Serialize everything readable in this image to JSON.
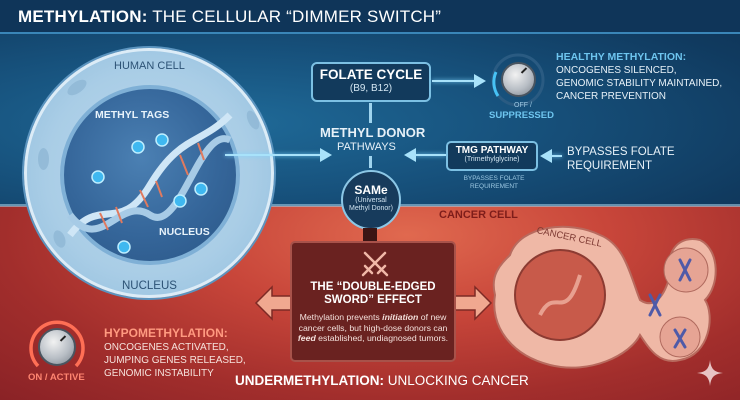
{
  "title": {
    "bold": "METHYLATION:",
    "rest": "THE CELLULAR “DIMMER SWITCH”"
  },
  "colors": {
    "top_bg": "#17527d",
    "bottom_bg": "#c8463a",
    "accent_blue": "#6ec5ef",
    "accent_red": "#ff8570",
    "sword_box": "#6a2220"
  },
  "human_cell": {
    "cell_label": "HUMAN CELL",
    "methyl_tags_label": "METHYL TAGS",
    "inner_nucleus_label": "NUCLEUS",
    "outer_nucleus_label": "NUCLEUS"
  },
  "folate_cycle": {
    "title": "FOLATE CYCLE",
    "subtitle": "(B9, B12)"
  },
  "methyl_donor": {
    "title": "METHYL DONOR",
    "subtitle": "PATHWAYS"
  },
  "tmg_pathway": {
    "title": "TMG PATHWAY",
    "subtitle": "(Trimethylglycine)",
    "caption_line1": "BYPASSES FOLATE",
    "caption_line2": "REQUIREMENT"
  },
  "bypass_note": {
    "line1": "BYPASSES FOLATE",
    "line2": "REQUIREMENT"
  },
  "healthy_knob": {
    "state_top": "OFF /",
    "state": "SUPPRESSED",
    "icon": "dial-knob-icon"
  },
  "healthy_methylation": {
    "title": "HEALTHY METHYLATION:",
    "lines": [
      "ONCOGENES SILENCED,",
      "GENOMIC STABILITY MAINTAINED,",
      "CANCER PREVENTION"
    ]
  },
  "same": {
    "title": "SAMe",
    "line1": "(Universal",
    "line2": "Methyl Donor)"
  },
  "double_edged": {
    "icon": "crossed-swords-icon",
    "title_line1": "THE “DOUBLE-EDGED",
    "title_line2": "SWORD” EFFECT",
    "body_pre": "Methylation prevents ",
    "body_em1": "initiation",
    "body_mid": " of new cancer cells, but high-dose donors can ",
    "body_em2": "feed",
    "body_post": " established, undiagnosed tumors."
  },
  "cancer_cell": {
    "label": "CANCER CELL",
    "inner_label": "CANCER CELL"
  },
  "active_knob": {
    "state": "ON / ACTIVE",
    "icon": "dial-knob-icon"
  },
  "hypomethylation": {
    "title": "HYPOMETHYLATION:",
    "lines": [
      "ONCOGENES ACTIVATED,",
      "JUMPING GENES RELEASED,",
      "GENOMIC INSTABILITY"
    ]
  },
  "footer_title": {
    "bold": "UNDERMETHYLATION:",
    "rest": "UNLOCKING CANCER"
  }
}
